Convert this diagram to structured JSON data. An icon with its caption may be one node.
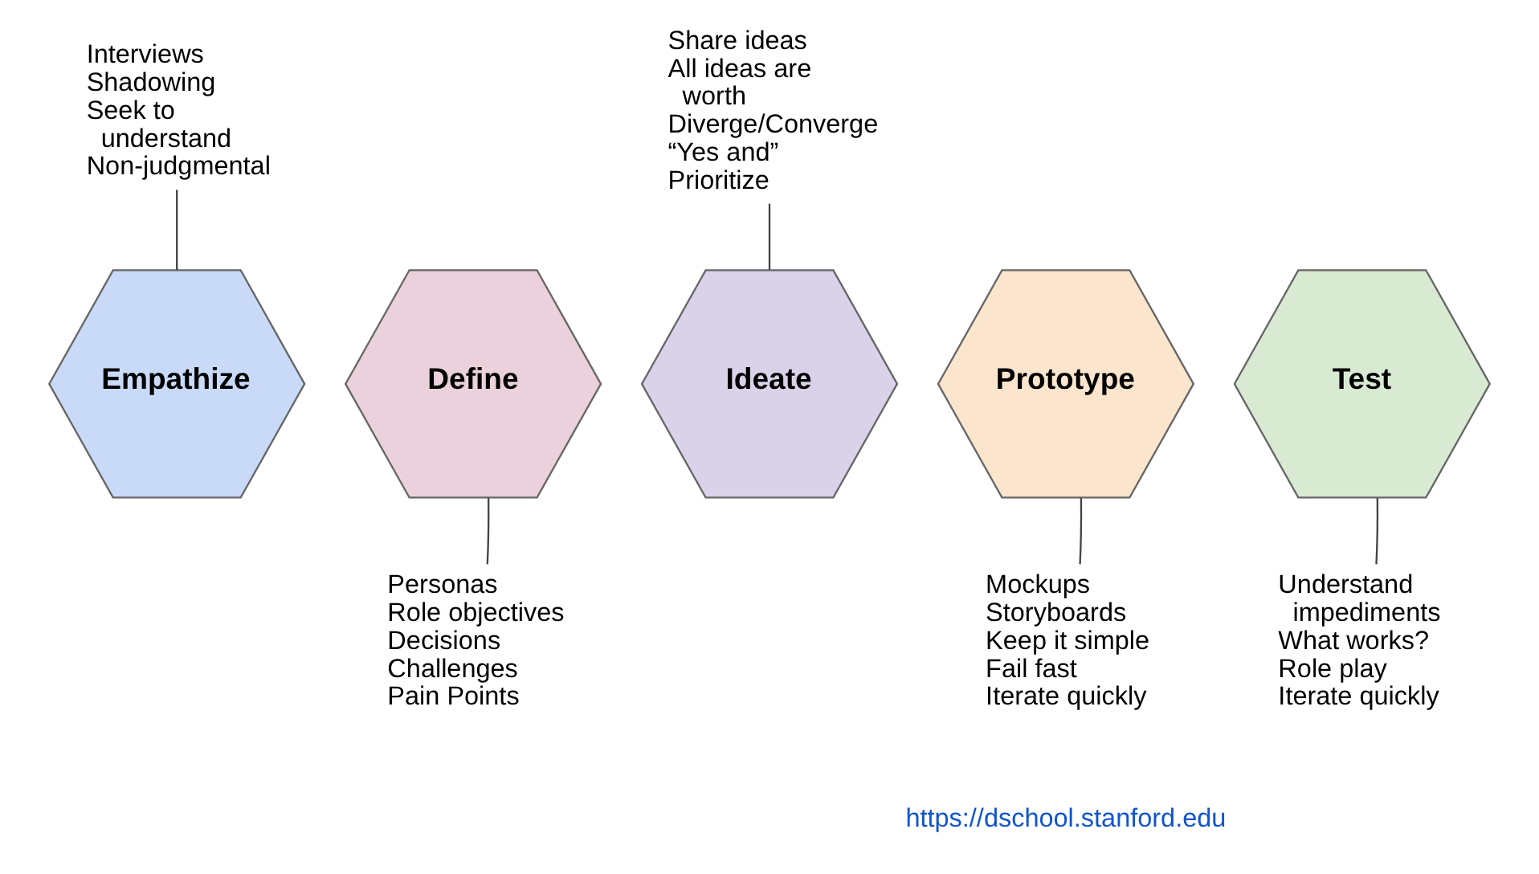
{
  "diagram": {
    "nodes": [
      {
        "text": [
          "Empathize"
        ]
      },
      {
        "text": [
          "Interviews",
          "Shadowing",
          "Seek to understand",
          "Non-judgmental"
        ]
      },
      {
        "text": [
          "Define"
        ]
      },
      {
        "text": [
          "Personas",
          "Role objectives",
          "Decisions",
          "Challenges",
          "Pain Points"
        ]
      },
      {
        "text": [
          "Ideate"
        ]
      },
      {
        "text": [
          "Share ideas",
          "All ideas are worth",
          "Diverge/Converge",
          "“Yes and”",
          "Prioritize"
        ]
      },
      {
        "text": [
          "Prototype"
        ]
      },
      {
        "text": [
          "Mockups",
          "Storyboards",
          "Keep it simple",
          "Fail fast",
          "Iterate quickly"
        ]
      },
      {
        "text": [
          "Test"
        ]
      },
      {
        "text": [
          "Understand impediments",
          "What works?",
          "Role play",
          "Iterate quickly"
        ]
      }
    ],
    "edges": [
      {
        "from": 1,
        "to": 0,
        "arrow": "none"
      },
      {
        "from": 3,
        "to": 2,
        "arrow": "none"
      },
      {
        "from": 5,
        "to": 4,
        "arrow": "none"
      },
      {
        "from": 7,
        "to": 6,
        "arrow": "none"
      },
      {
        "from": 9,
        "to": 8,
        "arrow": "none"
      }
    ],
    "labels": [
      "https://dschool.stanford.edu"
    ]
  }
}
